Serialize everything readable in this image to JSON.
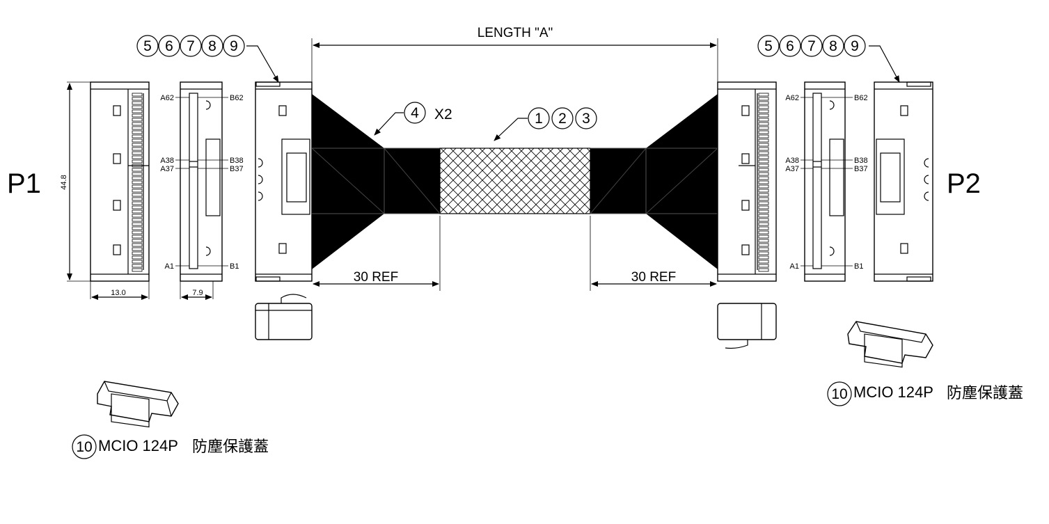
{
  "connectors": {
    "p1": "P1",
    "p2": "P2"
  },
  "dimensions": {
    "length": "LENGTH \"A\"",
    "ref_left": "30 REF",
    "ref_right": "30 REF",
    "height": "44.8",
    "width_left": "13.0",
    "width_right": "7.9"
  },
  "callouts": {
    "left_set": [
      "5",
      "6",
      "7",
      "8",
      "9"
    ],
    "right_set": [
      "5",
      "6",
      "7",
      "8",
      "9"
    ],
    "shield": "4",
    "shield_qty": "X2",
    "cable": [
      "1",
      "2",
      "3"
    ],
    "cap_left": "10",
    "cap_right": "10"
  },
  "pins": {
    "a62": "A62",
    "b62": "B62",
    "a38": "A38",
    "b38": "B38",
    "a37": "A37",
    "b37": "B37",
    "a1": "A1",
    "b1": "B1"
  },
  "captions": {
    "cap_left": {
      "model": "MCIO 124P",
      "desc": "防塵保護蓋"
    },
    "cap_right": {
      "model": "MCIO 124P",
      "desc": "防塵保護蓋"
    }
  }
}
